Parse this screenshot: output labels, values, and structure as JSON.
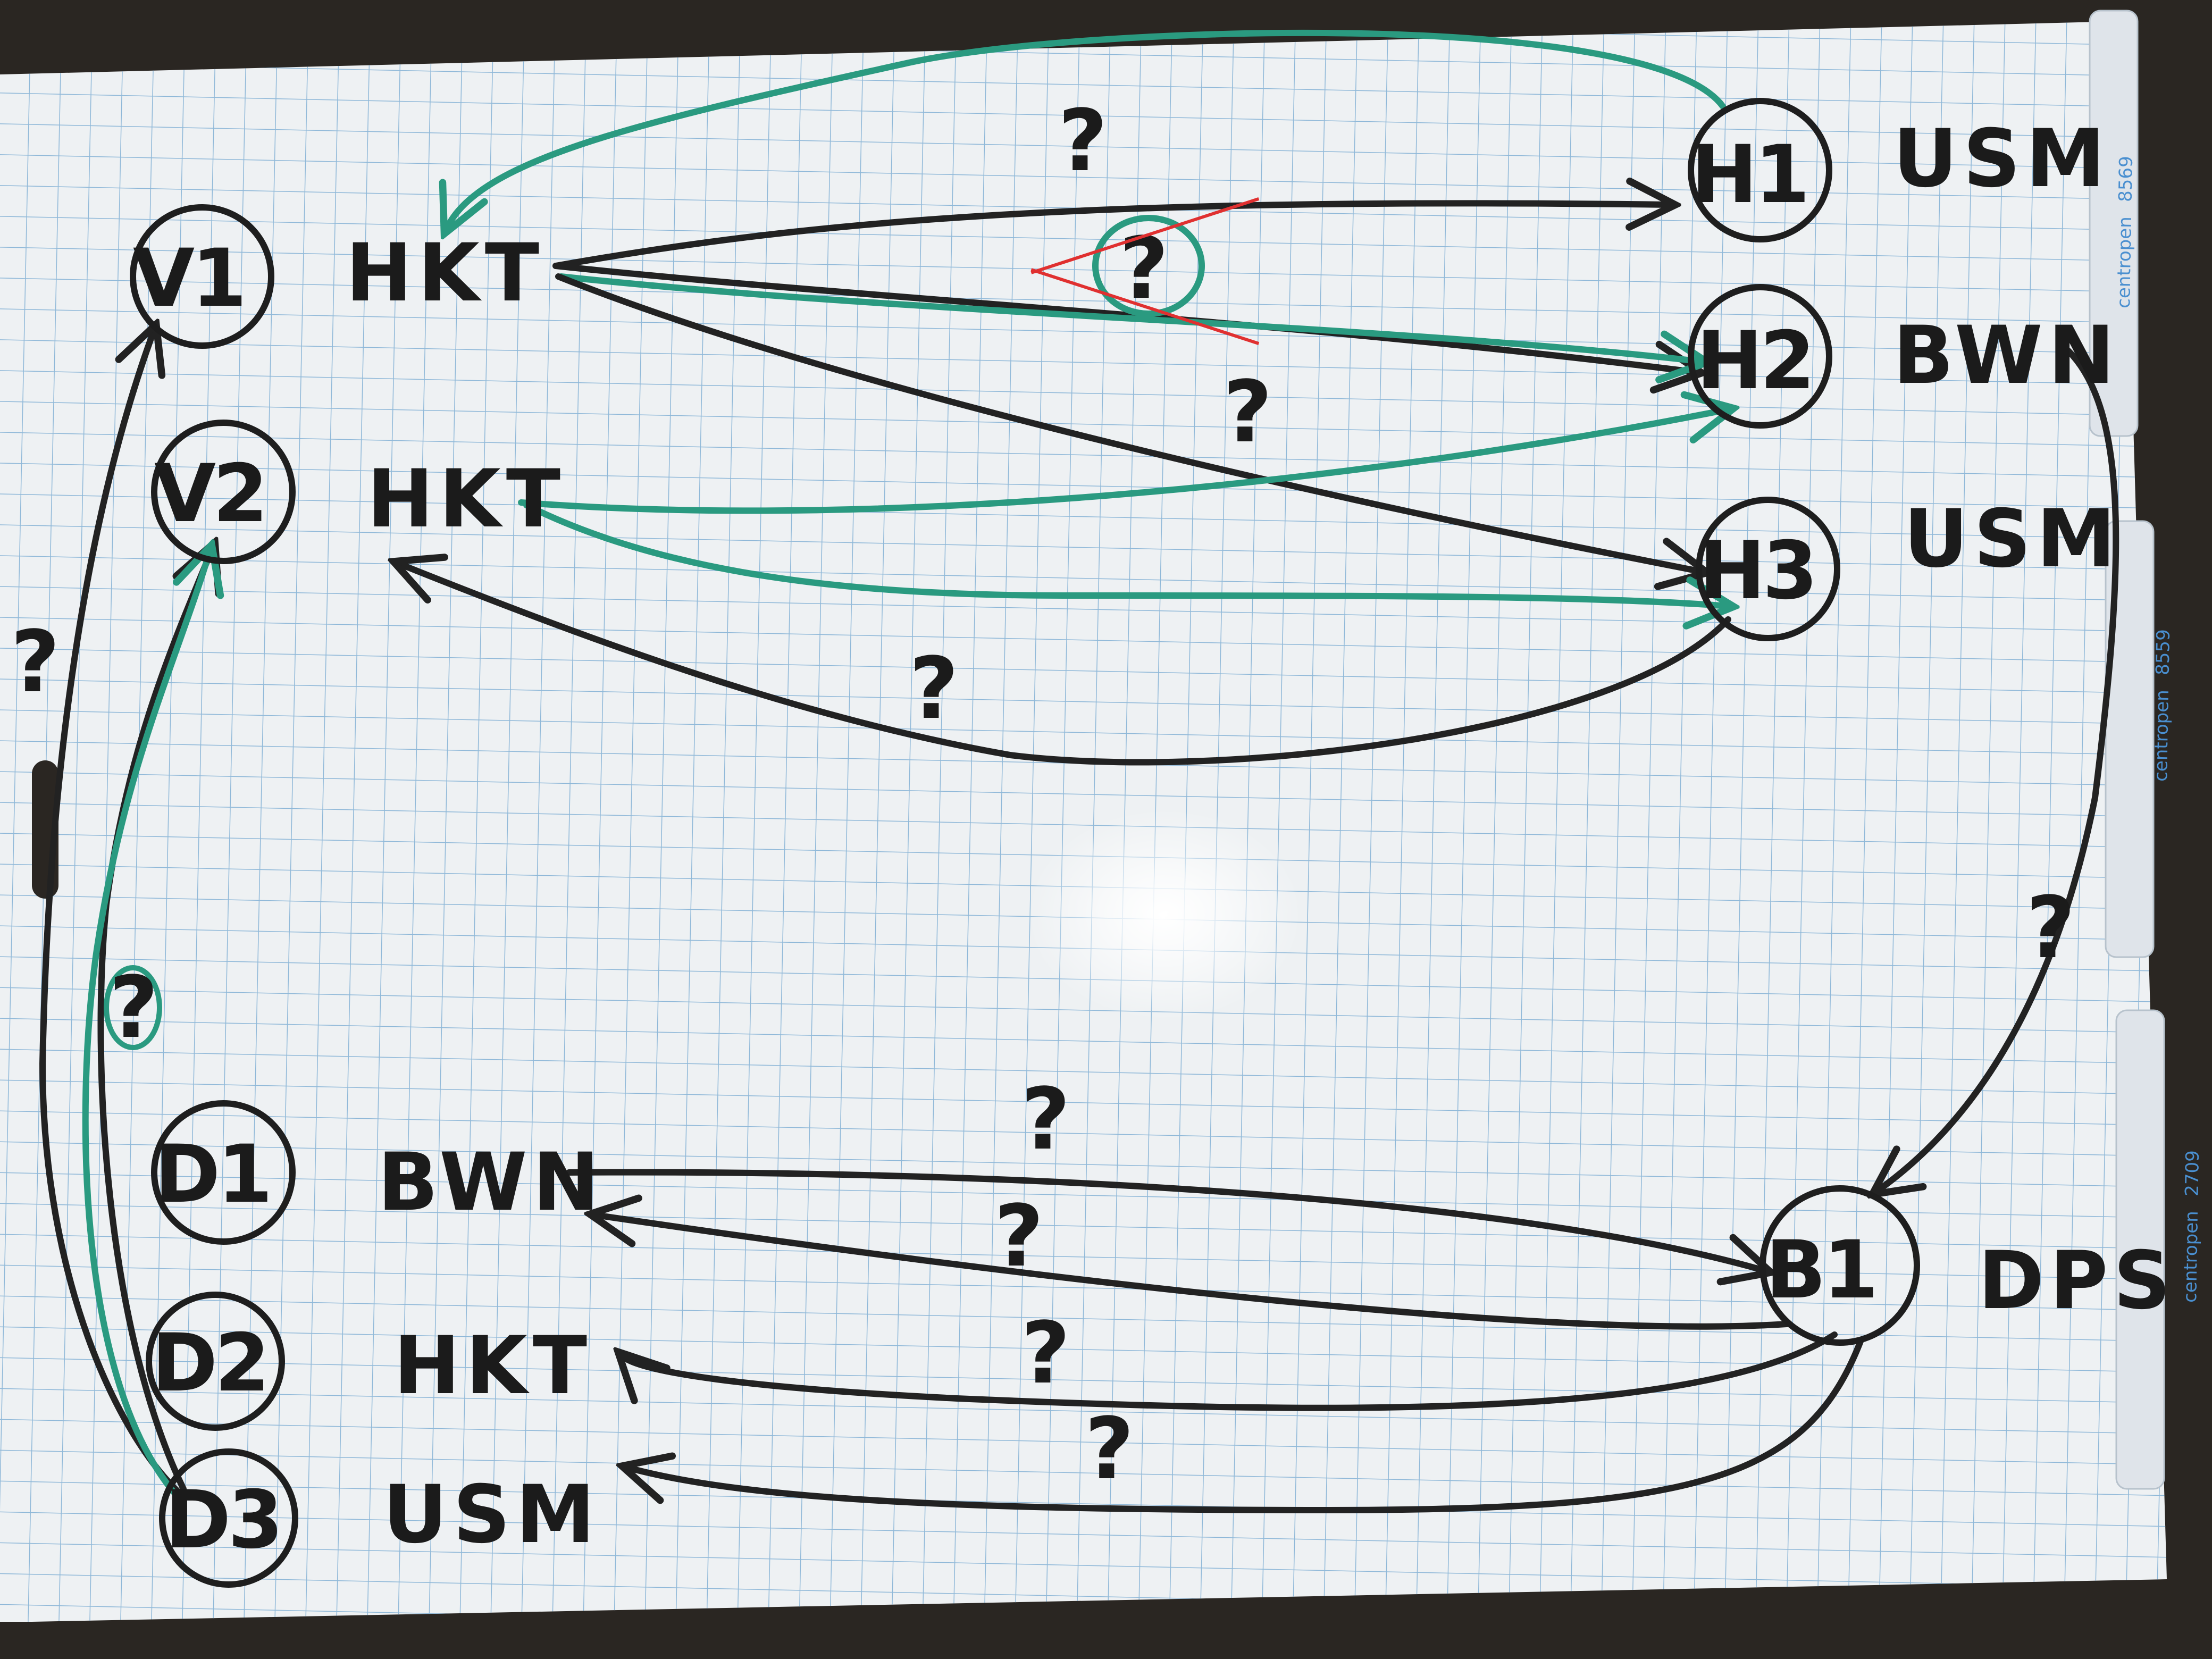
{
  "brand": {
    "logo_text": "centropen",
    "codes": [
      "8569",
      "8559",
      "2709"
    ]
  },
  "nodes": {
    "v1": {
      "id": "V1",
      "label": "HKT"
    },
    "v2": {
      "id": "V2",
      "label": "HKT"
    },
    "h1": {
      "id": "H1",
      "label": "USM"
    },
    "h2": {
      "id": "H2",
      "label": "BWN"
    },
    "h3": {
      "id": "H3",
      "label": "USM"
    },
    "d1": {
      "id": "D1",
      "label": "BWN"
    },
    "d2": {
      "id": "D2",
      "label": "HKT"
    },
    "d3": {
      "id": "D3",
      "label": "USM"
    },
    "b1": {
      "id": "B1",
      "label": "DPS"
    }
  },
  "annotations": {
    "question_mark": "?",
    "crossed_out_question_mark": "?"
  },
  "colors": {
    "ink": "#1e1e1e",
    "green_marker": "#2a9a80",
    "red_cross": "#e03030",
    "grid_line": "#8fb8d8",
    "board": "#eef1f3"
  }
}
